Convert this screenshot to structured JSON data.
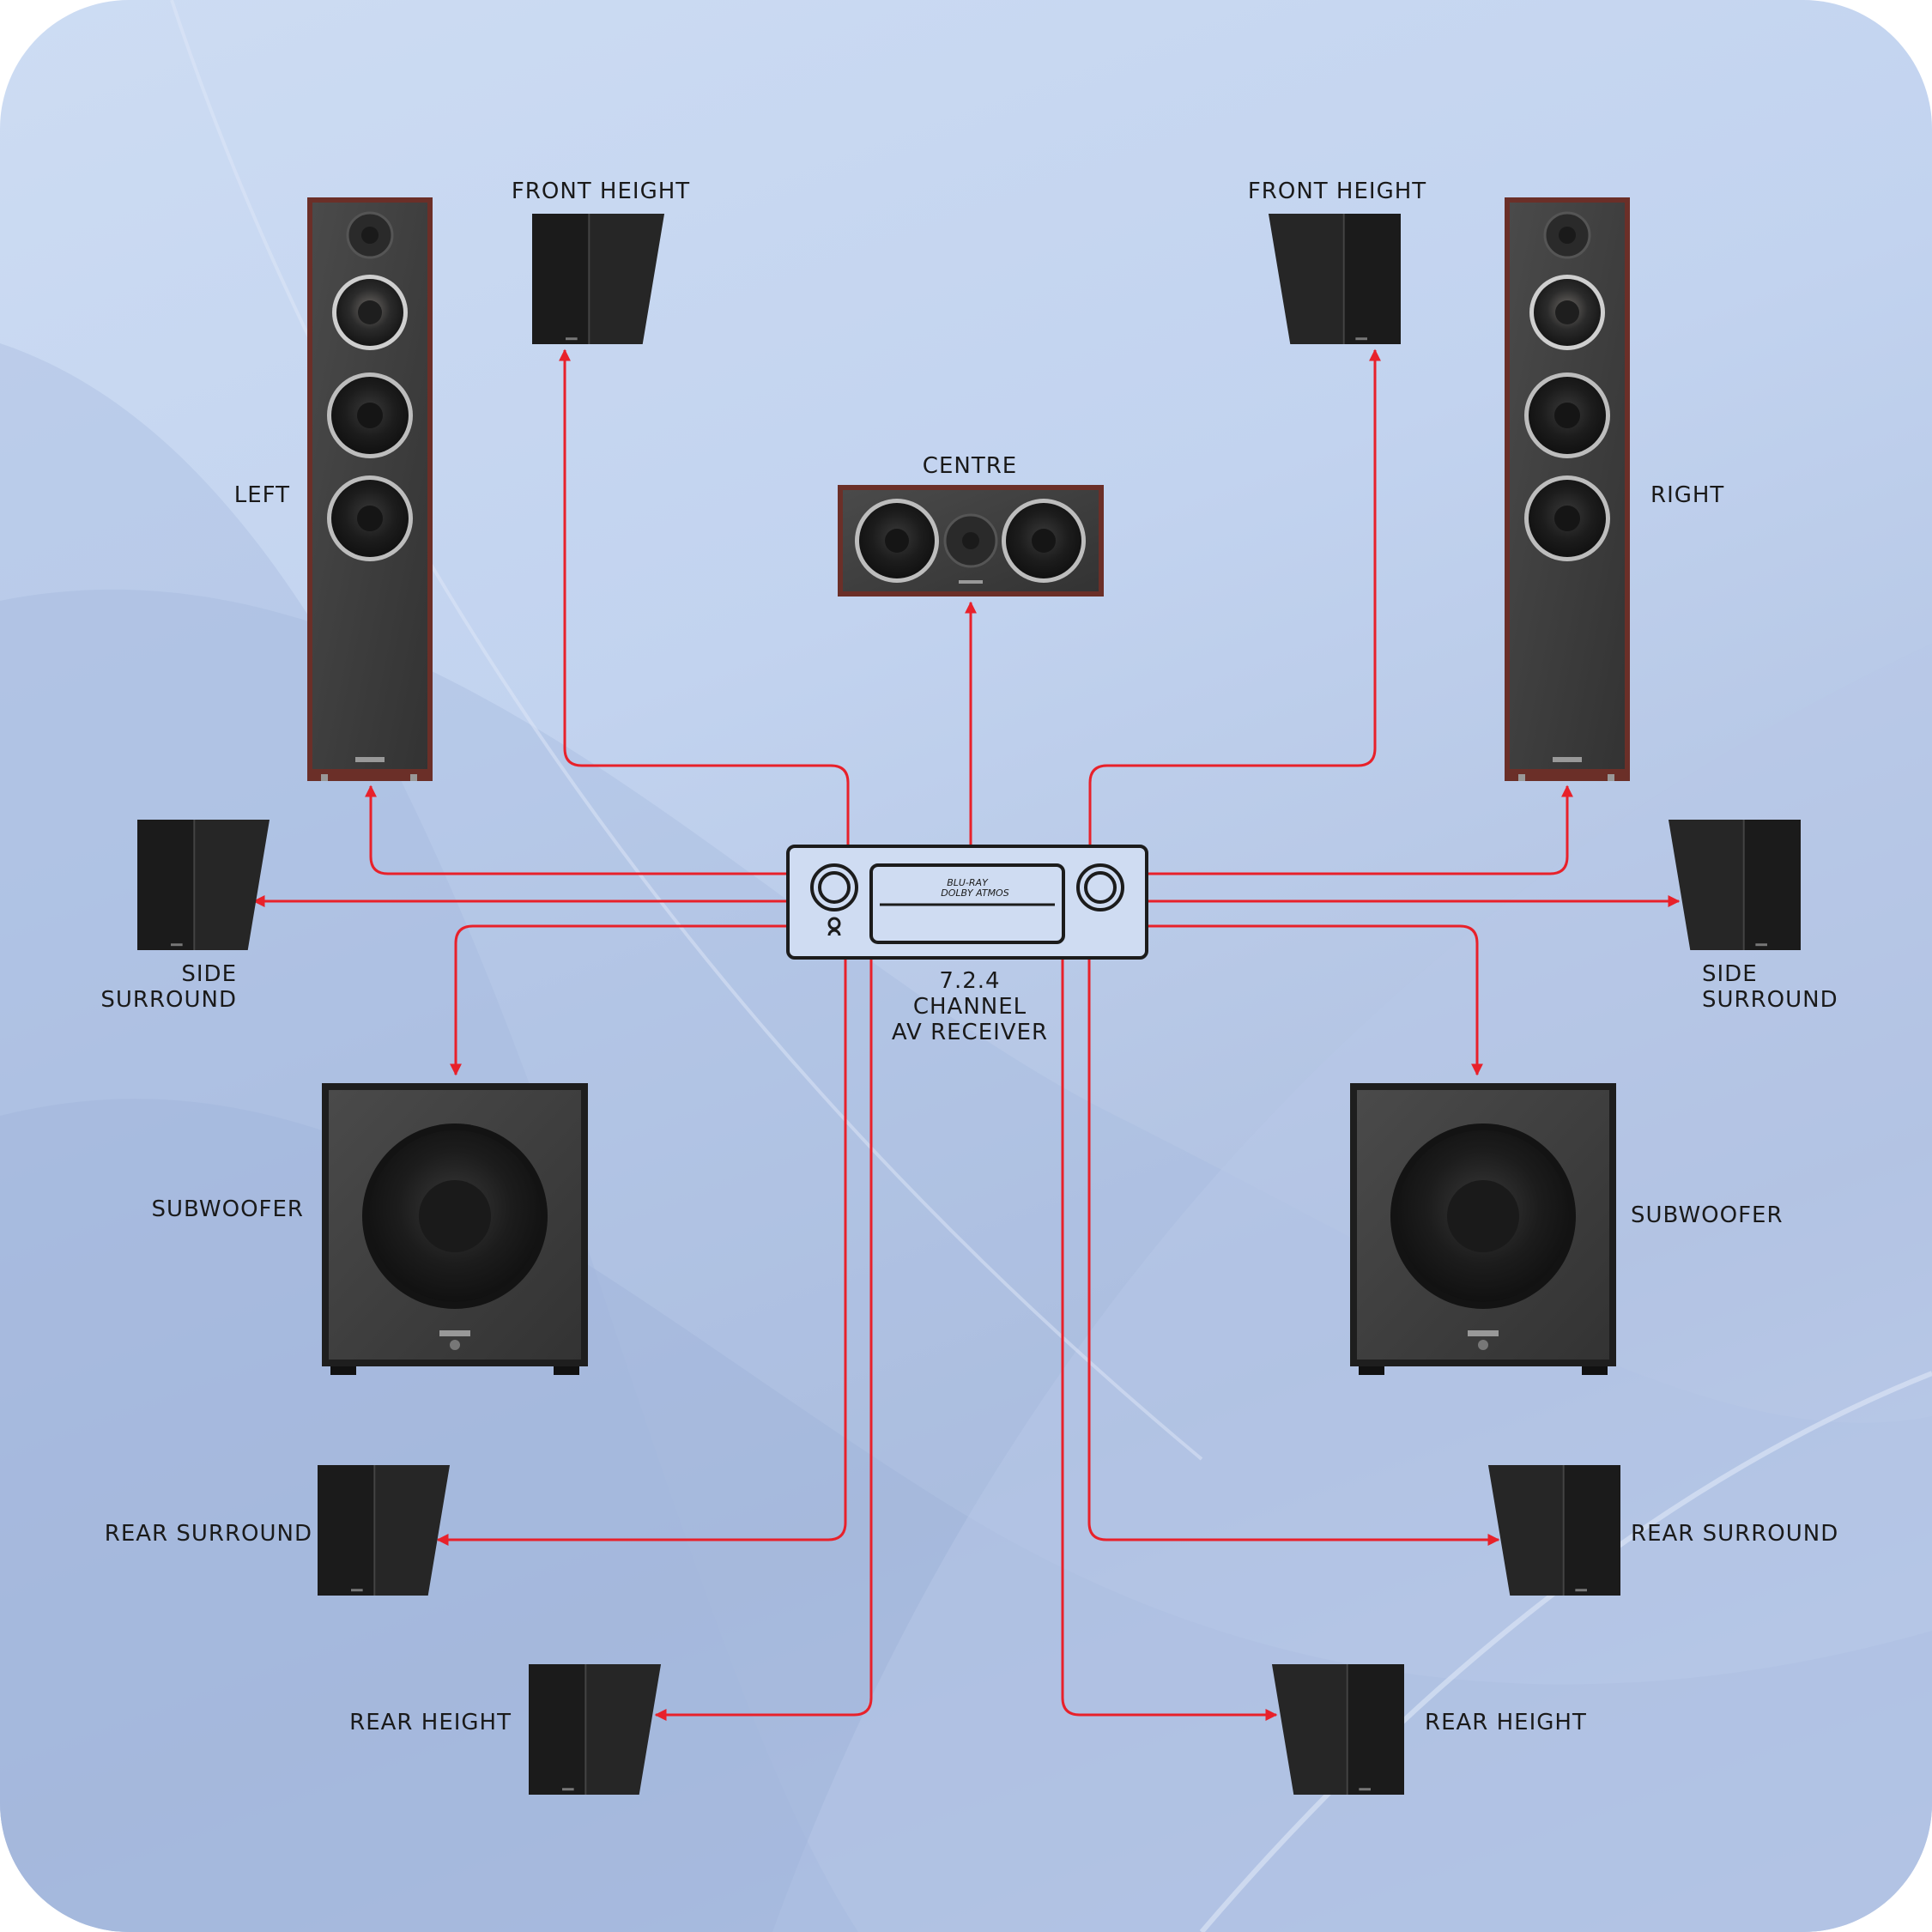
{
  "diagram": {
    "receiver": {
      "display_line1": "BLU-RAY",
      "display_line2": "DOLBY ATMOS",
      "label_line1": "7.2.4",
      "label_line2": "CHANNEL",
      "label_line3": "AV RECEIVER"
    },
    "speakers": {
      "front_height_left": "FRONT HEIGHT",
      "front_height_right": "FRONT HEIGHT",
      "centre": "CENTRE",
      "left": "LEFT",
      "right": "RIGHT",
      "side_surround_left": [
        "SIDE",
        "SURROUND"
      ],
      "side_surround_right": [
        "SIDE",
        "SURROUND"
      ],
      "subwoofer_left": "SUBWOOFER",
      "subwoofer_right": "SUBWOOFER",
      "rear_surround_left": "REAR SURROUND",
      "rear_surround_right": "REAR SURROUND",
      "rear_height_left": "REAR HEIGHT",
      "rear_height_right": "REAR HEIGHT"
    },
    "colors": {
      "wire": "#e8212a",
      "receiver_outline": "#1c1c1c",
      "speaker_body": "#2a2a2a",
      "floorstander_trim": "#6b2f28"
    }
  }
}
